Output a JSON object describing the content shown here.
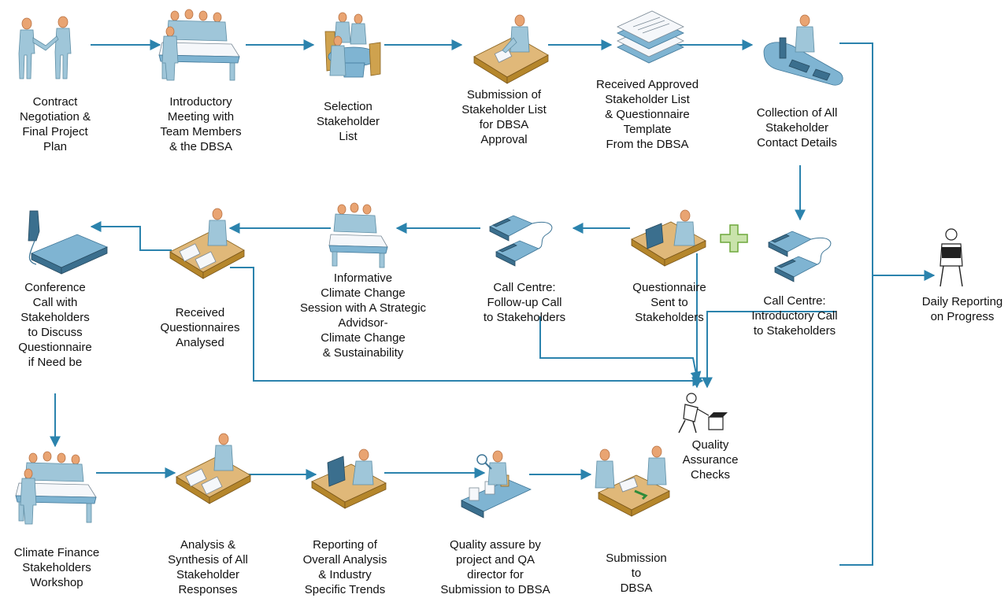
{
  "colors": {
    "arrow": "#2b83ad",
    "person": "#9fc6d9",
    "skin": "#e9a472",
    "desk": "#e0b879",
    "plus": "#8fbf5a"
  },
  "steps": [
    {
      "id": "contract",
      "icon": "handshake-icon",
      "lines": [
        "Contract",
        "Negotiation &",
        "Final Project",
        "Plan"
      ]
    },
    {
      "id": "intro-meeting",
      "icon": "meeting-icon",
      "lines": [
        "Introductory",
        "Meeting with",
        "Team Members",
        "& the DBSA"
      ]
    },
    {
      "id": "selection",
      "icon": "round-table-icon",
      "lines": [
        "Selection",
        "Stakeholder",
        "List"
      ]
    },
    {
      "id": "submission-list",
      "icon": "desk-writing-icon",
      "lines": [
        "Submission of",
        "Stakeholder List",
        "for DBSA",
        "Approval"
      ]
    },
    {
      "id": "received-approved",
      "icon": "document-stack-icon",
      "lines": [
        "Received Approved",
        "Stakeholder List",
        "& Questionnaire",
        "Template",
        "From the DBSA"
      ]
    },
    {
      "id": "collection",
      "icon": "workstation-icon",
      "lines": [
        "Collection of All",
        "Stakeholder",
        "Contact Details"
      ]
    },
    {
      "id": "daily-reporting",
      "icon": "reader-icon",
      "lines": [
        "Daily Reporting",
        "on Progress"
      ]
    },
    {
      "id": "call-intro",
      "icon": "telephones-icon",
      "lines": [
        "Call Centre:",
        "Introductory Call",
        "to Stakeholders"
      ]
    },
    {
      "id": "questionnaire-sent",
      "icon": "computer-desk-icon",
      "lines": [
        "Questionnaire",
        "Sent to",
        "Stakeholders"
      ]
    },
    {
      "id": "call-followup",
      "icon": "telephones-icon",
      "lines": [
        "Call Centre:",
        "Follow-up Call",
        "to Stakeholders"
      ]
    },
    {
      "id": "info-session",
      "icon": "meeting-icon",
      "lines": [
        "Informative",
        "Climate Change",
        "Session with A Strategic",
        "Advidsor-",
        "Climate Change",
        "& Sustainability"
      ]
    },
    {
      "id": "received-analysed",
      "icon": "desk-papers-icon",
      "lines": [
        "Received",
        "Questionnaires",
        "Analysed"
      ]
    },
    {
      "id": "conference-call",
      "icon": "desk-phone-icon",
      "lines": [
        "Conference",
        "Call with",
        "Stakeholders",
        "to Discuss",
        "Questionnaire",
        "if Need be"
      ]
    },
    {
      "id": "qa-checks",
      "icon": "inspector-icon",
      "lines": [
        "Quality",
        "Assurance",
        "Checks"
      ]
    },
    {
      "id": "workshop",
      "icon": "meeting-icon",
      "lines": [
        "Climate Finance",
        "Stakeholders",
        "Workshop"
      ]
    },
    {
      "id": "analysis",
      "icon": "desk-papers-icon",
      "lines": [
        "Analysis &",
        "Synthesis of All",
        "Stakeholder",
        "Responses"
      ]
    },
    {
      "id": "reporting",
      "icon": "computer-desk-icon",
      "lines": [
        "Reporting of",
        "Overall Analysis",
        "& Industry",
        "Specific Trends"
      ]
    },
    {
      "id": "quality-assure",
      "icon": "assembly-line-icon",
      "lines": [
        "Quality assure by",
        "project and QA",
        "director for",
        "Submission to DBSA"
      ]
    },
    {
      "id": "submission-dbsa",
      "icon": "handover-icon",
      "lines": [
        "Submission",
        "to",
        "DBSA"
      ]
    }
  ]
}
